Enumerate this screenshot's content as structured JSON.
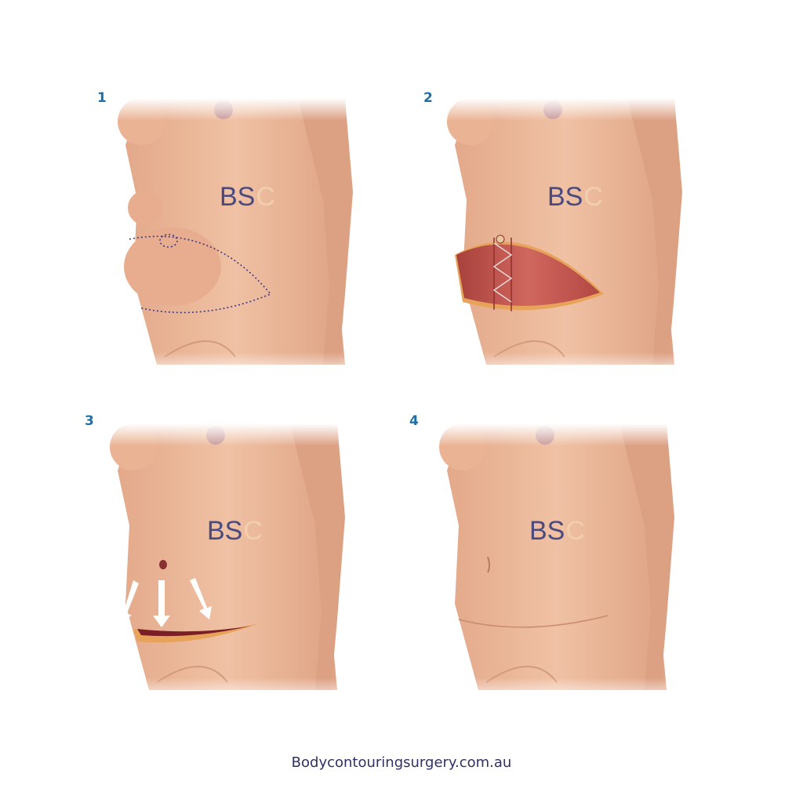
{
  "steps": [
    {
      "number": "1",
      "watermark": "BSC"
    },
    {
      "number": "2",
      "watermark": "BSC"
    },
    {
      "number": "3",
      "watermark": "BSC"
    },
    {
      "number": "4",
      "watermark": "BSC"
    }
  ],
  "footer": {
    "website": "Bodycontouringsurgery.com.au"
  },
  "colors": {
    "step_number": "#1d6fa5",
    "skin": "#eab394",
    "muscle": "#c0504a",
    "incision": "#3b3b8a",
    "footer_text": "#2f3166"
  }
}
